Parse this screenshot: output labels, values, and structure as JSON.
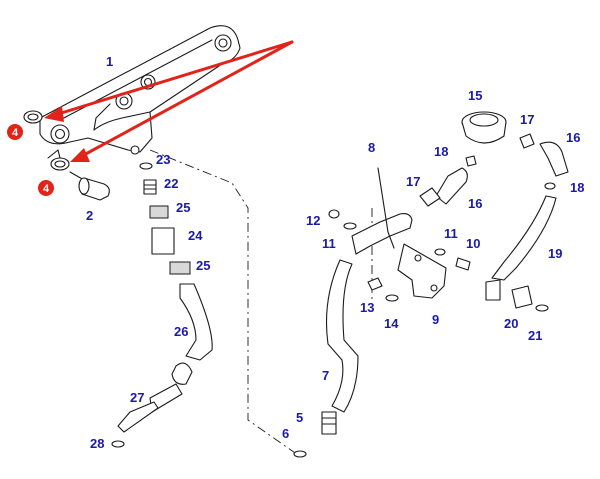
{
  "diagram": {
    "labels": [
      {
        "id": "1",
        "text": "1"
      },
      {
        "id": "2",
        "text": "2"
      },
      {
        "id": "4a",
        "text": "4"
      },
      {
        "id": "4b",
        "text": "4"
      },
      {
        "id": "5",
        "text": "5"
      },
      {
        "id": "6",
        "text": "6"
      },
      {
        "id": "7",
        "text": "7"
      },
      {
        "id": "8",
        "text": "8"
      },
      {
        "id": "9",
        "text": "9"
      },
      {
        "id": "10",
        "text": "10"
      },
      {
        "id": "11a",
        "text": "11"
      },
      {
        "id": "11b",
        "text": "11"
      },
      {
        "id": "12",
        "text": "12"
      },
      {
        "id": "13",
        "text": "13"
      },
      {
        "id": "14",
        "text": "14"
      },
      {
        "id": "15",
        "text": "15"
      },
      {
        "id": "16a",
        "text": "16"
      },
      {
        "id": "16b",
        "text": "16"
      },
      {
        "id": "17a",
        "text": "17"
      },
      {
        "id": "17b",
        "text": "17"
      },
      {
        "id": "18a",
        "text": "18"
      },
      {
        "id": "18b",
        "text": "18"
      },
      {
        "id": "19",
        "text": "19"
      },
      {
        "id": "20",
        "text": "20"
      },
      {
        "id": "21",
        "text": "21"
      },
      {
        "id": "22",
        "text": "22"
      },
      {
        "id": "23",
        "text": "23"
      },
      {
        "id": "24",
        "text": "24"
      },
      {
        "id": "25a",
        "text": "25"
      },
      {
        "id": "25b",
        "text": "25"
      },
      {
        "id": "26",
        "text": "26"
      },
      {
        "id": "27",
        "text": "27"
      },
      {
        "id": "28",
        "text": "28"
      }
    ],
    "colors": {
      "label": "#1a1aa8",
      "callout": "#e2231a",
      "line": "#1b1b1b"
    }
  }
}
